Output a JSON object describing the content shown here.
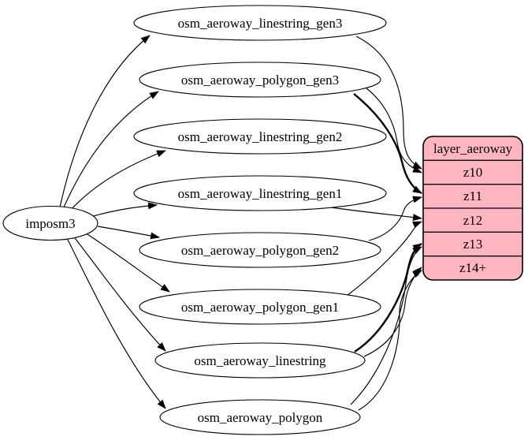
{
  "diagram": {
    "source_node": {
      "label": "imposm3"
    },
    "table_nodes": [
      {
        "label": "osm_aeroway_linestring_gen3"
      },
      {
        "label": "osm_aeroway_polygon_gen3"
      },
      {
        "label": "osm_aeroway_linestring_gen2"
      },
      {
        "label": "osm_aeroway_linestring_gen1"
      },
      {
        "label": "osm_aeroway_polygon_gen2"
      },
      {
        "label": "osm_aeroway_polygon_gen1"
      },
      {
        "label": "osm_aeroway_linestring"
      },
      {
        "label": "osm_aeroway_polygon"
      }
    ],
    "layer_node": {
      "title": "layer_aeroway",
      "rows": [
        "z10",
        "z11",
        "z12",
        "z13",
        "z14+"
      ]
    },
    "edges": [
      {
        "from": "imposm3",
        "to": "osm_aeroway_linestring_gen3"
      },
      {
        "from": "imposm3",
        "to": "osm_aeroway_polygon_gen3"
      },
      {
        "from": "imposm3",
        "to": "osm_aeroway_linestring_gen2"
      },
      {
        "from": "imposm3",
        "to": "osm_aeroway_linestring_gen1"
      },
      {
        "from": "imposm3",
        "to": "osm_aeroway_polygon_gen2"
      },
      {
        "from": "imposm3",
        "to": "osm_aeroway_polygon_gen1"
      },
      {
        "from": "imposm3",
        "to": "osm_aeroway_linestring"
      },
      {
        "from": "imposm3",
        "to": "osm_aeroway_polygon"
      },
      {
        "from": "osm_aeroway_linestring_gen3",
        "to": "z10"
      },
      {
        "from": "osm_aeroway_polygon_gen3",
        "to": "z10"
      },
      {
        "from": "osm_aeroway_linestring_gen2",
        "to": "z11"
      },
      {
        "from": "osm_aeroway_polygon_gen2",
        "to": "z11"
      },
      {
        "from": "osm_aeroway_linestring_gen1",
        "to": "z12"
      },
      {
        "from": "osm_aeroway_polygon_gen1",
        "to": "z12"
      },
      {
        "from": "osm_aeroway_linestring",
        "to": "z13"
      },
      {
        "from": "osm_aeroway_linestring",
        "to": "z14+"
      },
      {
        "from": "osm_aeroway_polygon",
        "to": "z13"
      },
      {
        "from": "osm_aeroway_polygon",
        "to": "z14+"
      }
    ],
    "colors": {
      "layer_fill": "#ffb6c1",
      "table_fill": "#ffffff",
      "stroke": "#000000",
      "background": "#ffffff"
    }
  }
}
